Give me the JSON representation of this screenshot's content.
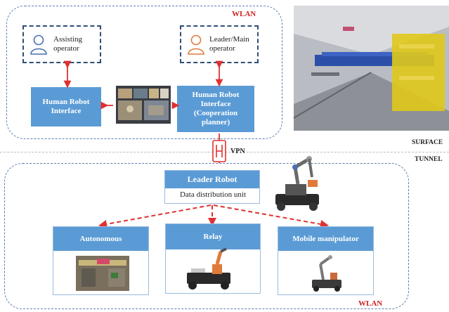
{
  "top_zone": {
    "wlan_label": "WLAN",
    "assisting_operator": "Assisting operator",
    "leader_operator": "Leader/Main operator",
    "hri_left": "Human Robot Interface",
    "hri_right": "Human Robot Interface (Cooperation planner)"
  },
  "link": {
    "vpn_label": "VPN"
  },
  "side_labels": {
    "surface": "SURFACE",
    "tunnel": "TUNNEL"
  },
  "bottom_zone": {
    "wlan_label": "WLAN",
    "leader_robot": "Leader Robot",
    "data_distribution": "Data distribution unit",
    "autonomous": "Autonomous",
    "relay": "Relay",
    "mobile_manipulator": "Mobile manipulator"
  },
  "colors": {
    "accent_blue": "#5b9bd5",
    "arrow_red": "#e03030",
    "wlan_red": "#d0201f",
    "border_blue": "#5b7fb0"
  },
  "icons": [
    "person-outline-icon",
    "person-outline-orange-icon",
    "vpn-plug-icon"
  ]
}
